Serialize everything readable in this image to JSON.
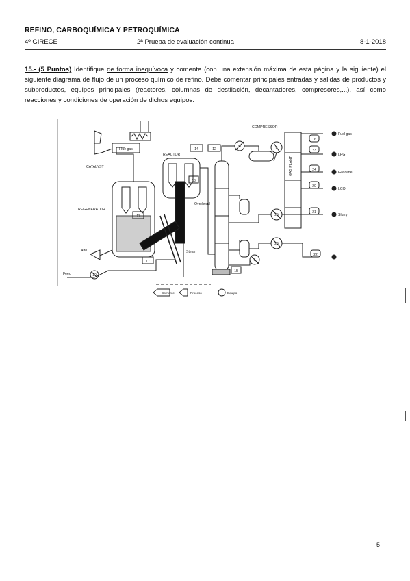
{
  "header": {
    "course": "REFINO, CARBOQUÍMICA Y PETROQUÍMICA",
    "degree": "4º GIRECE",
    "exam": "2ª Prueba de evaluación continua",
    "date": "8-1-2018"
  },
  "question": {
    "number": "15.- (5 Puntos)",
    "text_1": " Identifique ",
    "emphasis": "de forma inequívoca",
    "text_2": " y comente (con una extensión máxima de esta página y la siguiente) el siguiente diagrama de flujo de un proceso químico de refino. Debe comentar principales entradas y salidas de productos y subproductos, equipos principales (reactores, columnas de destilación, decantadores, compresores,...), así como reacciones y condiciones de operación de dichos equipos."
  },
  "diagram": {
    "labels": {
      "regenerator": "REGENERATOR",
      "reactor": "REACTOR",
      "gas_plant": "GAS PLANT",
      "cat_dsc": "CATALYST",
      "air": "Aire",
      "compressor_note": "COMPRESSOR",
      "fuel_gas": "Fuel gas",
      "lpg": "LPG",
      "gasoline": "Gasoline",
      "lco": "LCO",
      "slurry": "Slurry",
      "feed": "Feed",
      "steam": "Steam",
      "overhead": "Overhead",
      "flue_gas": "Flue gas"
    },
    "tags": {
      "t1": "14",
      "t2": "12",
      "t3": "13",
      "t4": "11",
      "t5": "17",
      "t6": "15",
      "t7": "16",
      "t8": "23",
      "t9": "24",
      "t10": "20",
      "t11": "21",
      "t12": "22",
      "t13": "25",
      "t14": "26",
      "t15": "31",
      "t16": "8",
      "t17": "3",
      "t18": "10"
    },
    "legend": {
      "symbol_1": "Corriente",
      "symbol_2": "Proceso",
      "symbol_3": "Equipo"
    }
  },
  "footer": {
    "page": "5"
  }
}
